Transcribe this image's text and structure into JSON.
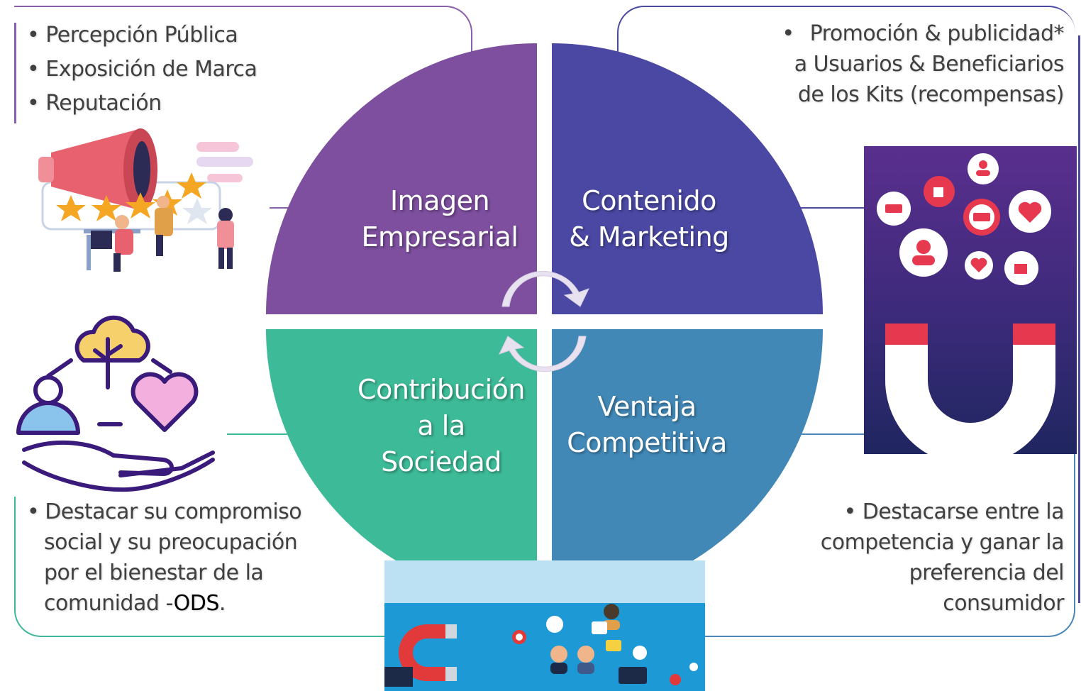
{
  "colors": {
    "imagen": "#7d4f9e",
    "contenido": "#4a48a2",
    "contribucion": "#3dba97",
    "ventaja": "#4288b6",
    "frame_purple": "#8a5fab",
    "frame_indigo": "#4b4a9e",
    "frame_teal": "#3eb79b",
    "frame_blue": "#4a87b8"
  },
  "quadrants": {
    "imagen": {
      "line1": "Imagen",
      "line2": "Empresarial"
    },
    "contenido": {
      "line1": "Contenido",
      "line2": "& Marketing"
    },
    "contribucion": {
      "line1": "Contribución",
      "line2": "a la",
      "line3": "Sociedad"
    },
    "ventaja": {
      "line1": "Ventaja",
      "line2": "Competitiva"
    }
  },
  "top_left": {
    "items": [
      "Percepción Pública",
      "Exposición de Marca",
      "Reputación"
    ],
    "image_icon": "megaphone-reviews-illustration"
  },
  "top_right": {
    "bullet": "•",
    "line1": "Promoción & publicidad*",
    "line2": "a Usuarios & Beneficiarios",
    "line3": "de los Kits (recompensas)",
    "image_icon": "magnet-social-media-illustration"
  },
  "bottom_left": {
    "bullet": "•",
    "line1": "Destacar su compromiso",
    "line2": "social y su preocupación",
    "line3": "por el bienestar de la",
    "line4_prefix": "comunidad -",
    "line4_bold": "ODS",
    "line4_suffix": ".",
    "image_icon": "hand-tree-heart-icon"
  },
  "bottom_right": {
    "line1": "• Destacarse entre la",
    "line2": "competencia y ganar la",
    "line3": "preferencia del",
    "line4": "consumidor"
  },
  "center": {
    "cycle_icon": "cycle-arrows-icon"
  },
  "bottom_image": {
    "image_icon": "magnet-attracting-people-illustration"
  }
}
